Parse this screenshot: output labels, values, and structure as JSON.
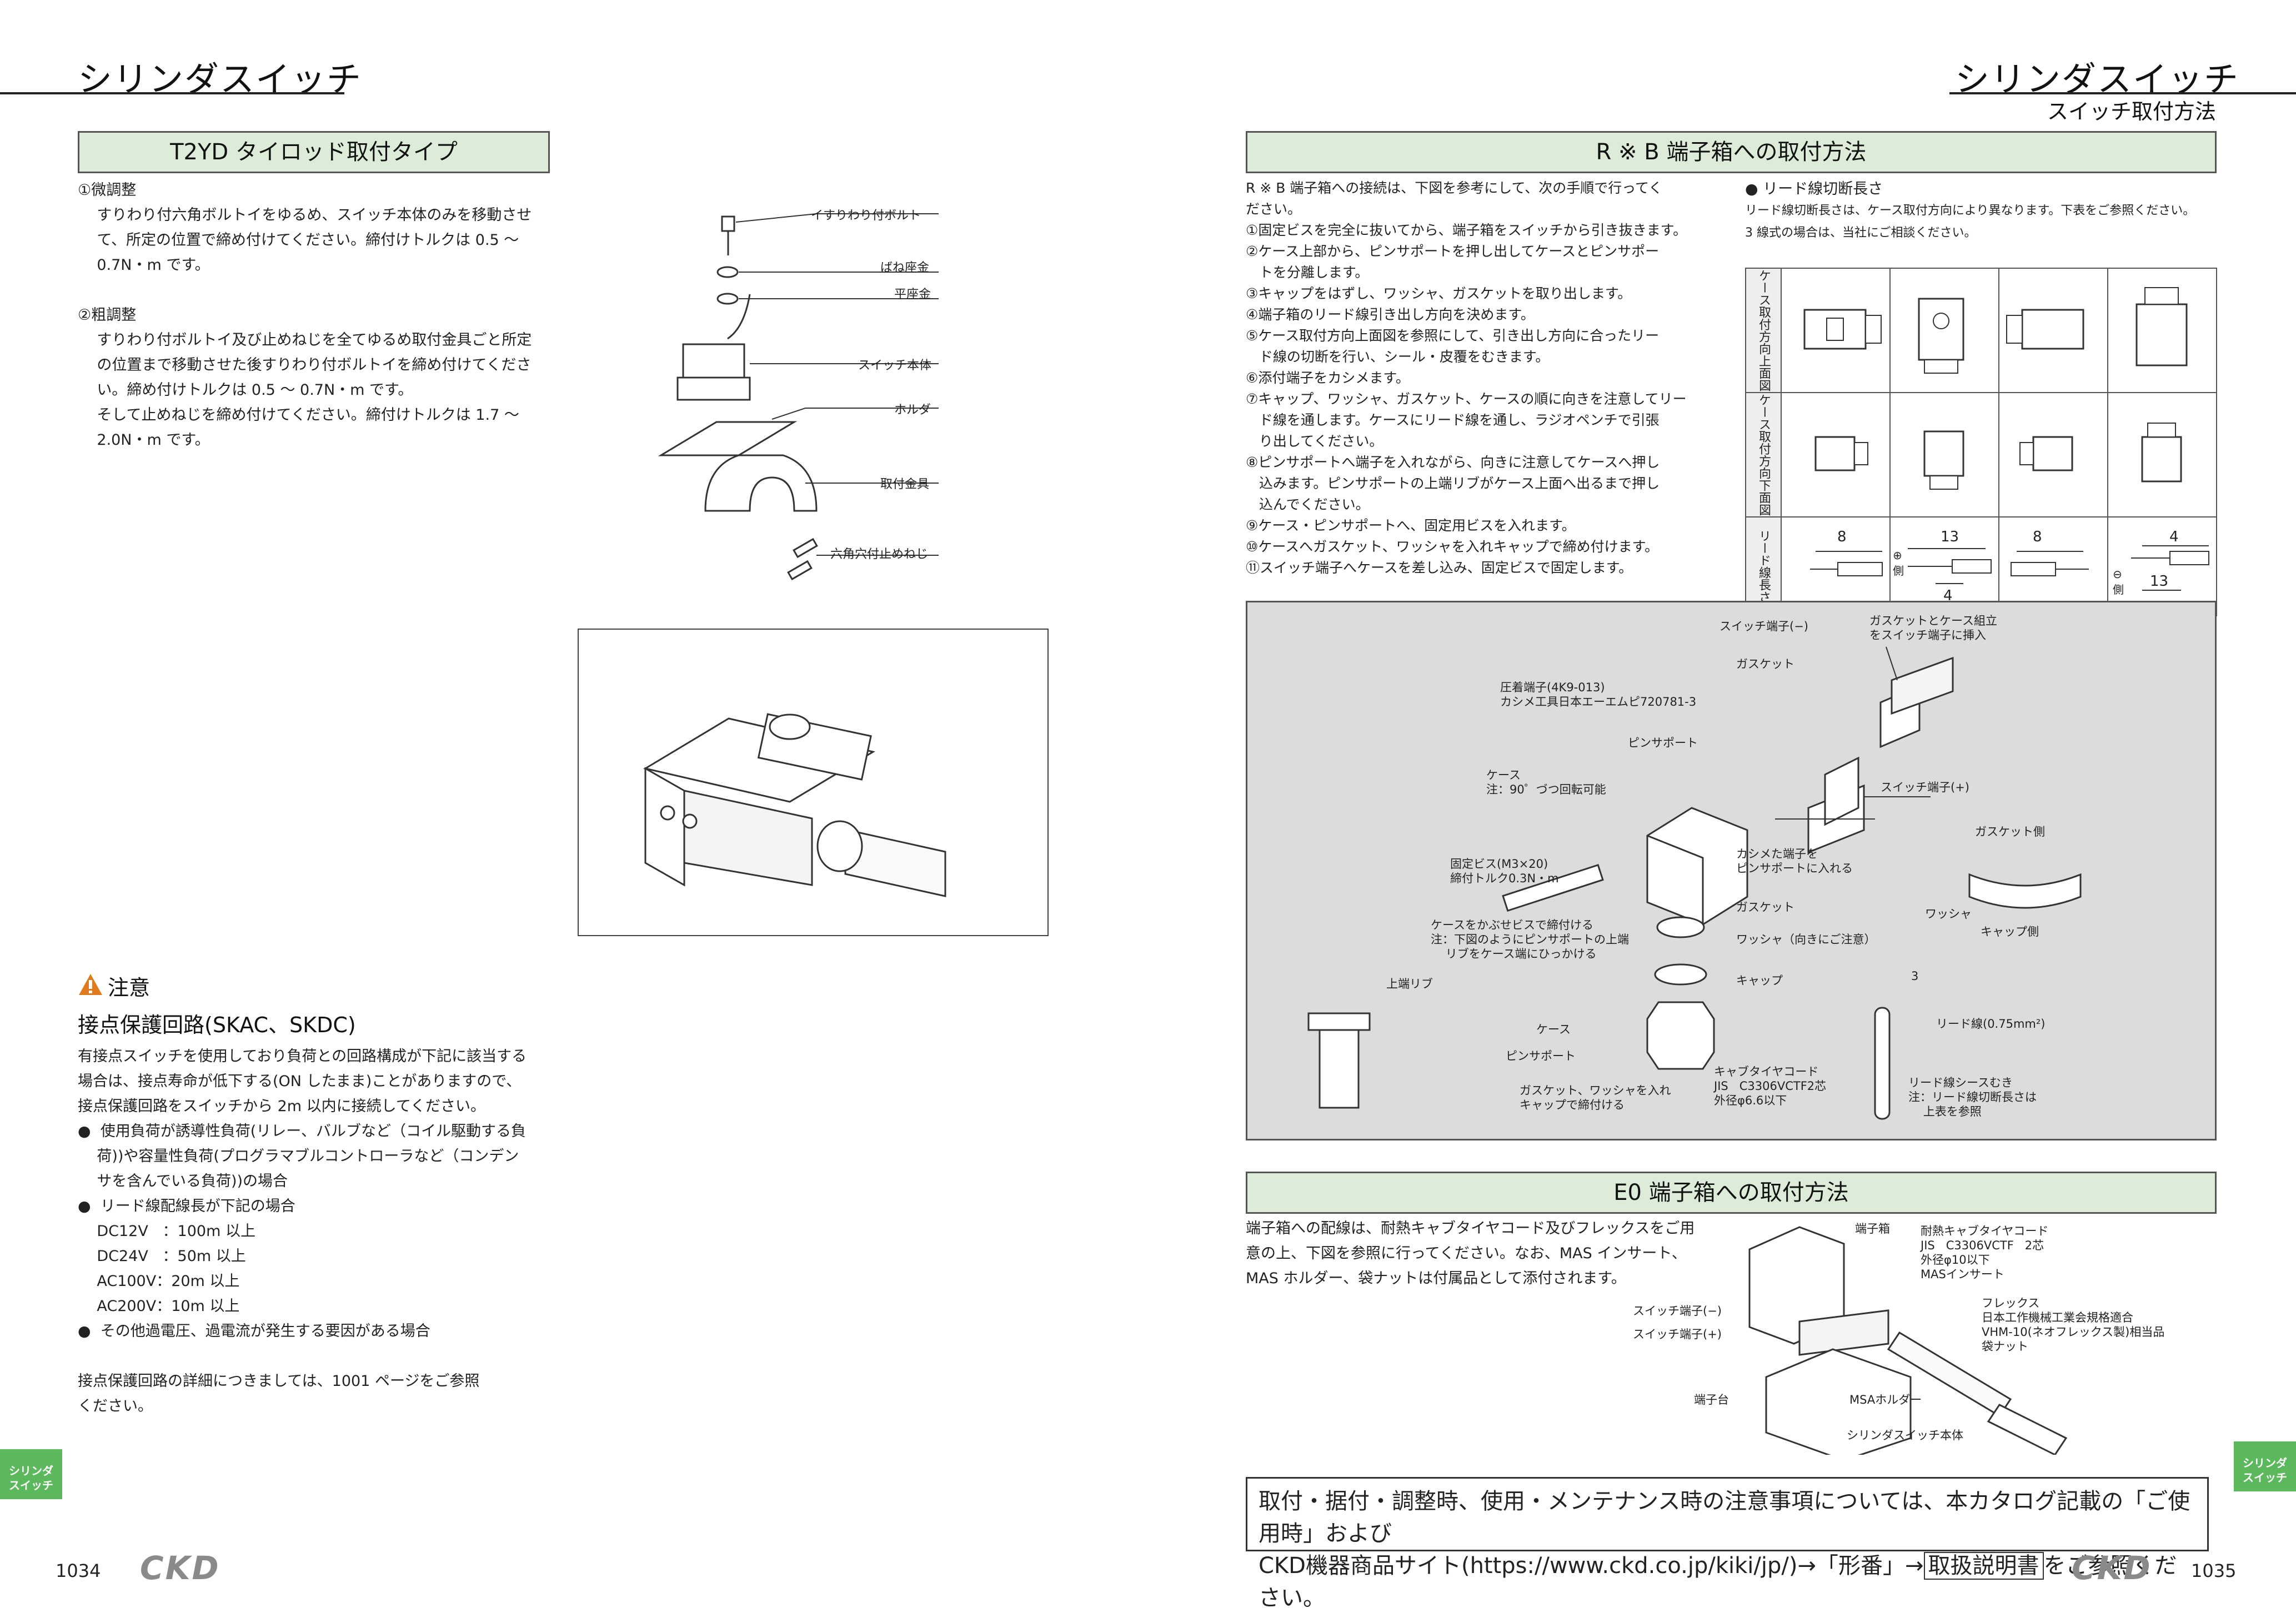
{
  "left": {
    "header_title": "シリンダスイッチ",
    "section1_title": "T2YD タイロッド取付タイプ",
    "section1_body": "①微調整\n    すりわり付六角ボルトイをゆるめ、スイッチ本体のみを移動させ\n    て、所定の位置で締め付けてください。締付けトルクは 0.5 ～\n    0.7N・m です。\n\n②粗調整\n    すりわり付ボルトイ及び止めねじを全てゆるめ取付金具ごと所定\n    の位置まで移動させた後すりわり付ボルトイを締め付けてくださ\n    い。締め付けトルクは 0.5 ～ 0.7N・m です。\n    そして止めねじを締め付けてください。締付けトルクは 1.7 ～\n    2.0N・m です。",
    "parts_labels": [
      "イすりわり付ボルト",
      "ばね座金",
      "平座金",
      "スイッチ本体",
      "ホルダ",
      "取付金具",
      "六角穴付止めねじ"
    ],
    "caution_title": "注意",
    "caution_subtitle": "接点保護回路(SKAC、SKDC)",
    "caution_body": "有接点スイッチを使用しており負荷との回路構成が下記に該当する\n場合は、接点寿命が低下する(ON したまま)ことがありますので、\n接点保護回路をスイッチから 2m 以内に接続してください。\n●  使用負荷が誘導性負荷(リレー、バルブなど（コイル駆動する負\n    荷))や容量性負荷(プログラマブルコントローラなど（コンデン\n    サを含んでいる負荷))の場合\n●  リード線配線長が下記の場合\n    DC12V   ：100m 以上\n    DC24V   ：50m 以上\n    AC100V：20m 以上\n    AC200V：10m 以上\n●  その他過電圧、過電流が発生する要因がある場合\n\n接点保護回路の詳細につきましては、1001 ページをご参照\nください。",
    "side_tab": "シリンダ\nスイッチ",
    "page_number": "1034",
    "logo": "CKD"
  },
  "right": {
    "header_title": "シリンダスイッチ",
    "header_subtitle": "スイッチ取付方法",
    "section2_title": "R ※ B 端子箱への取付方法",
    "section2_body": "R ※ B 端子箱への接続は、下図を参考にして、次の手順で行ってく\nださい。\n①固定ビスを完全に抜いてから、端子箱をスイッチから引き抜きます。\n②ケース上部から、ピンサポートを押し出してケースとピンサポー\n   トを分離します。\n③キャップをはずし、ワッシャ、ガスケットを取り出します。\n④端子箱のリード線引き出し方向を決めます。\n⑤ケース取付方向上面図を参照にして、引き出し方向に合ったリー\n   ド線の切断を行い、シール・皮覆をむきます。\n⑥添付端子をカシメます。\n⑦キャップ、ワッシャ、ガスケット、ケースの順に向きを注意してリー\n   ド線を通します。ケースにリード線を通し、ラジオペンチで引張\n   り出してください。\n⑧ピンサポートへ端子を入れながら、向きに注意してケースへ押し\n   込みます。ピンサポートの上端リブがケース上面へ出るまで押し\n   込んでください。\n⑨ケース・ピンサポートへ、固定用ビスを入れます。\n⑩ケースへガスケット、ワッシャを入れキャップで締め付けます。\n⑪スイッチ端子へケースを差し込み、固定ビスで固定します。",
    "lead_title": "● リード線切断長さ",
    "lead_body": "リード線切断長さは、ケース取付方向により異なります。下表をご参照ください。\n3 線式の場合は、当社にご相談ください。",
    "table_row_labels": [
      "ケース取付方向上面図",
      "ケース取付方向下面図",
      "リード線長さ"
    ],
    "table_row_chars": [
      "上面図",
      "下面図",
      ""
    ],
    "lead_dims": [
      {
        "a": "8",
        "b": ""
      },
      {
        "a": "13",
        "b": "4",
        "side": "⊕側"
      },
      {
        "a": "8",
        "b": ""
      },
      {
        "a": "4",
        "b": "13",
        "side": "⊖側"
      }
    ],
    "diagram_labels": {
      "switch_minus": "スイッチ端子(−)",
      "gasket_case": "ガスケットとケース組立\nをスイッチ端子に挿入",
      "gasket1": "ガスケット",
      "crimp": "圧着端子(4K9-013)\nカシメ工具日本エーエムピ720781-3",
      "pin_support": "ピンサポート",
      "switch_plus": "スイッチ端子(+)",
      "case": "ケース\n注：90゜づつ回転可能",
      "gasket_side": "ガスケット側",
      "screw": "固定ビス(M3×20)\n締付トルク0.3N・m",
      "crimped": "カシメた端子を\nピンサポートに入れる",
      "washer_cap": "ワッシャ",
      "cap_side": "キャップ側",
      "case_note": "ケースをかぶせビスで締付ける\n注：下図のようにピンサポートの上端\n    リブをケース端にひっかける",
      "gasket2": "ガスケット",
      "washer": "ワッシャ（向きにご注意）",
      "top_rib": "上端リブ",
      "cap": "キャップ",
      "dim3": "3",
      "case2": "ケース",
      "lead_wire": "リード線(0.75mm²)",
      "pin_support2": "ピンサポート",
      "cabtire": "キャブタイヤコード\nJIS   C3306VCTF2芯\n外径φ6.6以下",
      "sheath": "リード線シースむき\n注：リード線切断長さは\n    上表を参照",
      "gasket_washer": "ガスケット、ワッシャを入れ\nキャップで締付ける"
    },
    "section3_title": "E0 端子箱への取付方法",
    "section3_body": "端子箱への配線は、耐熱キャブタイヤコード及びフレックスをご用\n意の上、下図を参照に行ってください。なお、MAS インサート、\nMAS ホルダー、袋ナットは付属品として添付されます。",
    "e0_labels": {
      "terminal_box": "端子箱",
      "cord": "耐熱キャブタイヤコード\nJIS   C3306VCTF   2芯\n外径φ10以下\nMASインサート",
      "flex": "フレックス\n日本工作機械工業会規格適合\nVHM-10(ネオフレックス製)相当品\n袋ナット",
      "sw_minus": "スイッチ端子(−)",
      "sw_plus": "スイッチ端子(+)",
      "base": "端子台",
      "msa": "MSAホルダー",
      "body": "シリンダスイッチ本体"
    },
    "notice_line1": "取付・据付・調整時、使用・メンテナンス時の注意事項については、本カタログ記載の「ご使用時」および",
    "notice_line2a": "CKD機器商品サイト(https://www.ckd.co.jp/kiki/jp/)→「形番」→",
    "notice_boxed": "取扱説明書",
    "notice_line2b": "をご参照ください。",
    "side_tab": "シリンダ\nスイッチ",
    "page_number": "1035",
    "logo": "CKD"
  },
  "colors": {
    "section_bg": "#dcecd9",
    "side_tab": "#5cb85c",
    "diagram_bg": "#dcdcdc",
    "caution": "#e07a1f"
  }
}
